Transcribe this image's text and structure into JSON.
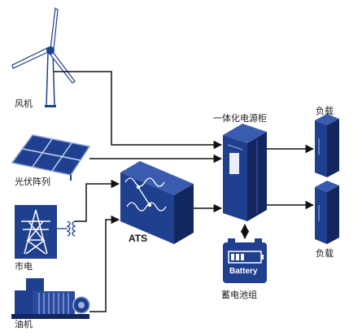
{
  "labels": {
    "wind": "风机",
    "solar": "光伏阵列",
    "grid": "市电",
    "diesel": "油机",
    "ats": "ATS",
    "cabinet": "一体化电源柜",
    "load_top": "负载",
    "load_bottom": "负载",
    "battery_text": "Battery",
    "battery_label": "蓄电池组"
  },
  "colors": {
    "primary_blue": "#1f3f8f",
    "dark_blue": "#12275e",
    "line": "#111111",
    "wind_white": "#ffffff"
  }
}
